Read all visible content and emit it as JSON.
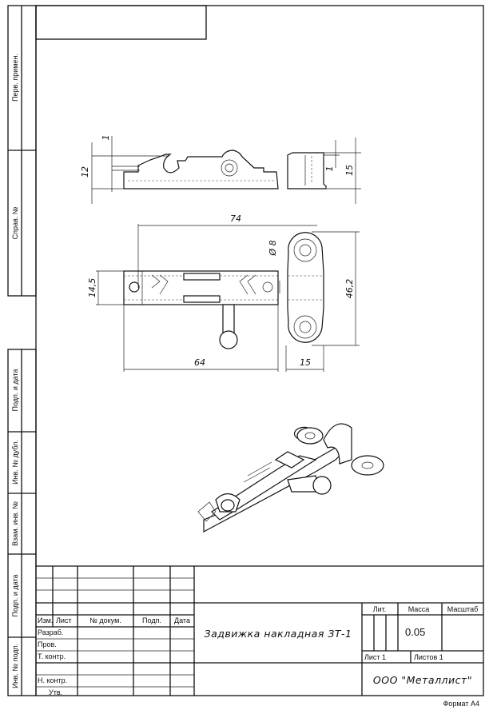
{
  "side_strip": {
    "top": [
      "Перв. примен.",
      "Справ. №"
    ],
    "bottom": [
      "Подп. и дата",
      "Инв. № дубл.",
      "Взам. инв. №",
      "Подп. и дата",
      "Инв. № подп."
    ]
  },
  "dimensions": {
    "side_height": "12",
    "side_thickness_left": "1",
    "side_thickness_right": "1",
    "side_bracket_height": "15",
    "overall_length": "74",
    "hole_diameter": "Ø 8",
    "bar_width": "14,5",
    "bracket_height": "46,2",
    "bar_length": "64",
    "bracket_width": "15"
  },
  "title_block": {
    "headers": {
      "izm": "Изм.",
      "list": "Лист",
      "doc_no": "№ докум.",
      "sign": "Подп.",
      "date": "Дата"
    },
    "roles": [
      "Разраб.",
      "Пров.",
      "Т. контр.",
      "",
      "Н. контр.",
      "Утв."
    ],
    "name": "Задвижка накладная ЗТ-1",
    "lit_label": "Лит.",
    "mass_label": "Масса",
    "scale_label": "Масштаб",
    "mass_value": "0.05",
    "sheet": "Лист 1",
    "sheets": "Листов 1",
    "company": "ООО \"Металлист\"",
    "format": "Формат А4"
  }
}
